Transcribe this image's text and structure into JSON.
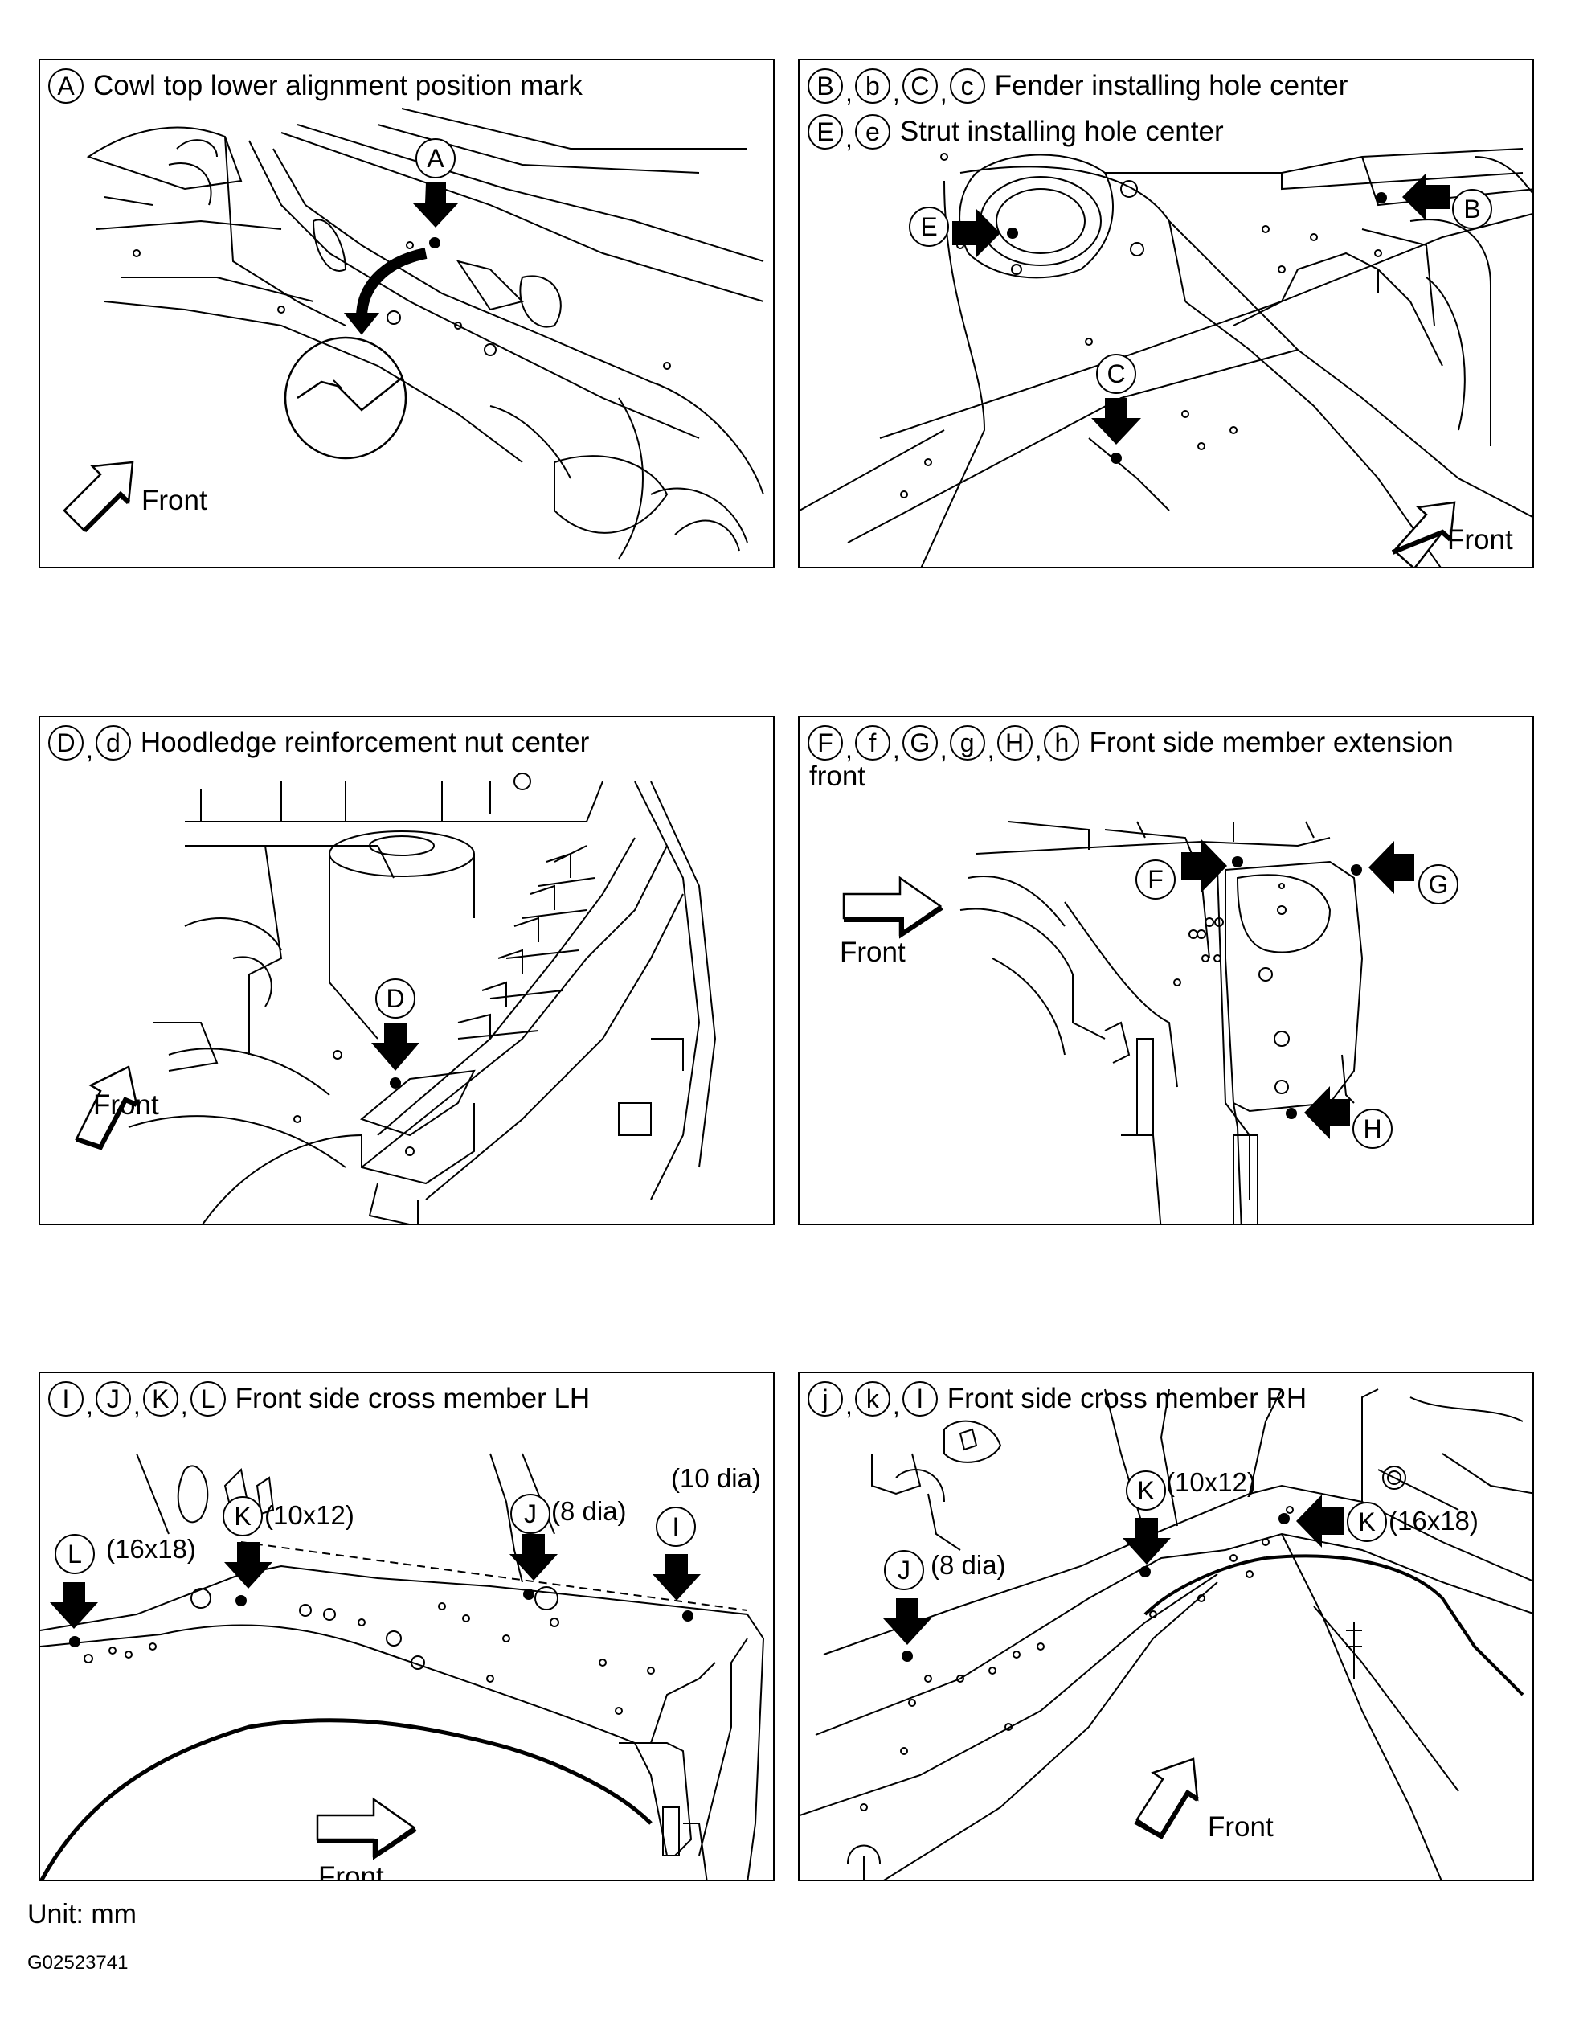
{
  "panels": [
    {
      "title_rows": [
        {
          "letters": [
            "A"
          ],
          "text": "Cowl top lower alignment position mark"
        }
      ],
      "callouts": [
        "A"
      ],
      "front": "Front"
    },
    {
      "title_rows": [
        {
          "letters": [
            "B",
            "b",
            "C",
            "c"
          ],
          "text": "Fender installing hole center"
        },
        {
          "letters": [
            "E",
            "e"
          ],
          "text": "Strut installing hole center"
        }
      ],
      "callouts": [
        "E",
        "B",
        "C"
      ],
      "front": "Front"
    },
    {
      "title_rows": [
        {
          "letters": [
            "D",
            "d"
          ],
          "text": "Hoodledge reinforcement nut center"
        }
      ],
      "callouts": [
        "D"
      ],
      "front": "Front"
    },
    {
      "title_rows": [
        {
          "letters": [
            "F",
            "f",
            "G",
            "g",
            "H",
            "h"
          ],
          "text": "Front side member extension"
        }
      ],
      "title_line2": "front",
      "callouts": [
        "F",
        "G",
        "H"
      ],
      "front": "Front"
    },
    {
      "title_rows": [
        {
          "letters": [
            "I",
            "J",
            "K",
            "L"
          ],
          "text": "Front side cross member LH"
        }
      ],
      "callouts": [
        "L",
        "K",
        "J",
        "I"
      ],
      "sizes": [
        "(16x18)",
        "(10x12)",
        "(8 dia)",
        "(10 dia)"
      ],
      "front": "Front"
    },
    {
      "title_rows": [
        {
          "letters": [
            "j",
            "k",
            "l"
          ],
          "text": "Front side cross member RH"
        }
      ],
      "callouts": [
        "K",
        "K",
        "J"
      ],
      "sizes": [
        "(10x12)",
        "(16x18)",
        "(8 dia)"
      ],
      "front": "Front"
    }
  ],
  "footer": {
    "unit": "Unit: mm",
    "code": "G02523741"
  }
}
